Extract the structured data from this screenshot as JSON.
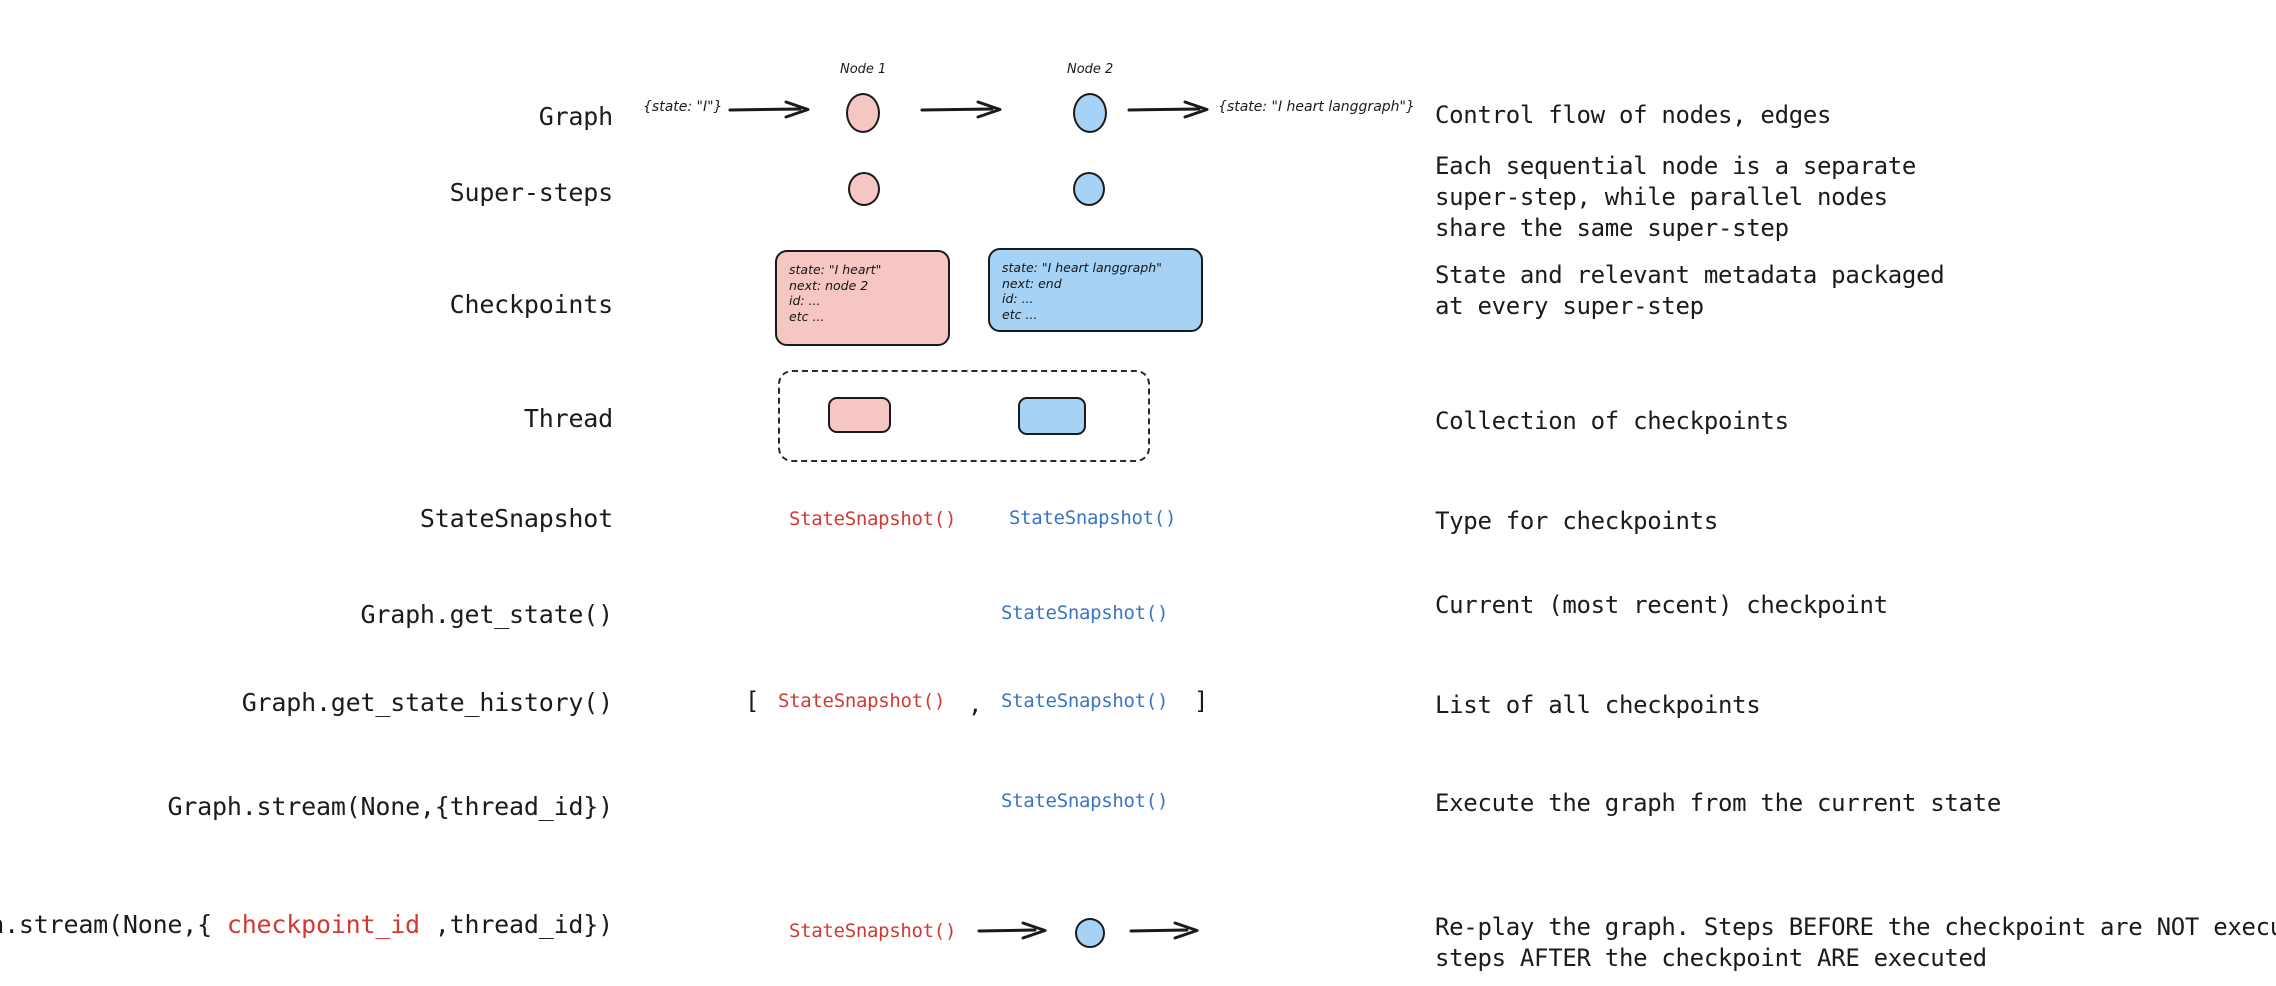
{
  "diagram": {
    "title_row_labels": [
      "Graph",
      "Super-steps",
      "Checkpoints",
      "Thread",
      "StateSnapshot",
      "Graph.get_state()",
      "Graph.get_state_history()",
      "Graph.stream(None,{thread_id})"
    ],
    "last_label": {
      "prefix": "Graph.stream(None,{ ",
      "highlight": "checkpoint_id",
      "suffix": " ,thread_id})"
    },
    "descriptions": [
      "Control flow of nodes, edges",
      "Each sequential node is a separate\nsuper-step, while parallel nodes\nshare the same super-step",
      "State and relevant metadata packaged\nat every super-step",
      "Collection of checkpoints",
      "Type for checkpoints",
      "Current (most recent) checkpoint",
      "List of all checkpoints",
      "Execute the graph from the current state",
      "Re-play the graph. Steps BEFORE the checkpoint are NOT executed,\nsteps AFTER the checkpoint ARE executed"
    ],
    "node_labels": {
      "node1": "Node 1",
      "node2": "Node 2"
    },
    "state_labels": {
      "input": "{state: \"I\"}",
      "output": "{state: \"I heart langgraph\"}"
    },
    "checkpoint_pink": {
      "line1": "state: \"I heart\"",
      "line2": "next: node 2",
      "line3": "id: ...",
      "line4": "etc ..."
    },
    "checkpoint_blue": {
      "line1": "state: \"I heart langgraph\"",
      "line2": "next: end",
      "line3": "id: ...",
      "line4": "etc ..."
    },
    "snapshot_label": "StateSnapshot()",
    "list_brackets": {
      "open": "[",
      "comma": ",",
      "close": "]"
    },
    "colors": {
      "pink_fill": "#f6c6c3",
      "blue_fill": "#a5d2f5",
      "red_text": "#cf3b33",
      "blue_text": "#3a74c4",
      "ink": "#1b1b1b"
    }
  }
}
